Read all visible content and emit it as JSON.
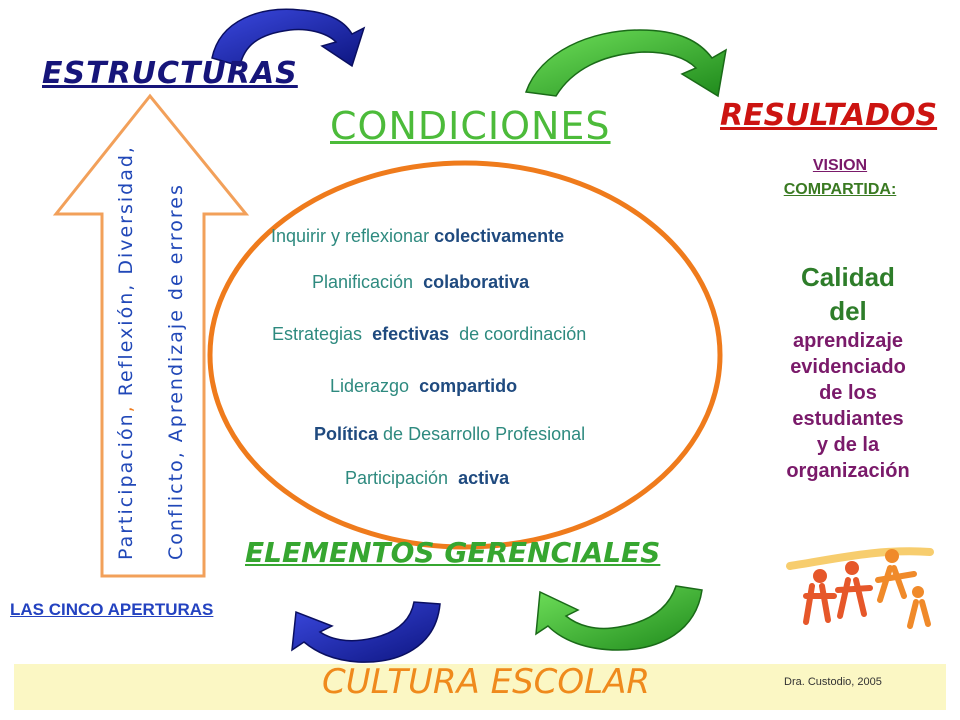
{
  "titles": {
    "estructuras": "ESTRUCTURAS",
    "condiciones": "CONDICIONES",
    "resultados": "RESULTADOS",
    "elementos": "ELEMENTOS GERENCIALES",
    "cinco_aperturas": "LAS CINCO APERTURAS",
    "cultura": "CULTURA ESCOLAR"
  },
  "vision": {
    "line1": "VISION",
    "line2": "COMPARTIDA:"
  },
  "calidad": {
    "line1": "Calidad",
    "line2": "del",
    "lines": [
      "aprendizaje",
      "evidenciado",
      "de los",
      "estudiantes",
      "y de la",
      "organización"
    ]
  },
  "condiciones_items": [
    {
      "normal": "Inquirir y reflexionar",
      "bold": "colectivamente",
      "after": ""
    },
    {
      "normal": "Planificación",
      "bold": "colaborativa",
      "after": ""
    },
    {
      "normal": "Estrategias",
      "bold": "efectivas",
      "after": "de coordinación"
    },
    {
      "normal": "Liderazgo",
      "bold": "compartido",
      "after": ""
    },
    {
      "normal": "",
      "bold": "Política",
      "after": "de Desarrollo Profesional"
    },
    {
      "normal": "Participación",
      "bold": "activa",
      "after": ""
    }
  ],
  "aperturas": {
    "line1_a": "Participación",
    "sep1": ",",
    "line1_b": "Reflexión, Diversidad,",
    "line2": "Conflicto, Aprendizaje de errores"
  },
  "author": "Dra. Custodio, 2005",
  "colors": {
    "blue_arrow": "#1c2bb5",
    "green_arrow": "#3cb82e",
    "orange": "#ef7b1c",
    "red": "#cc1411"
  }
}
